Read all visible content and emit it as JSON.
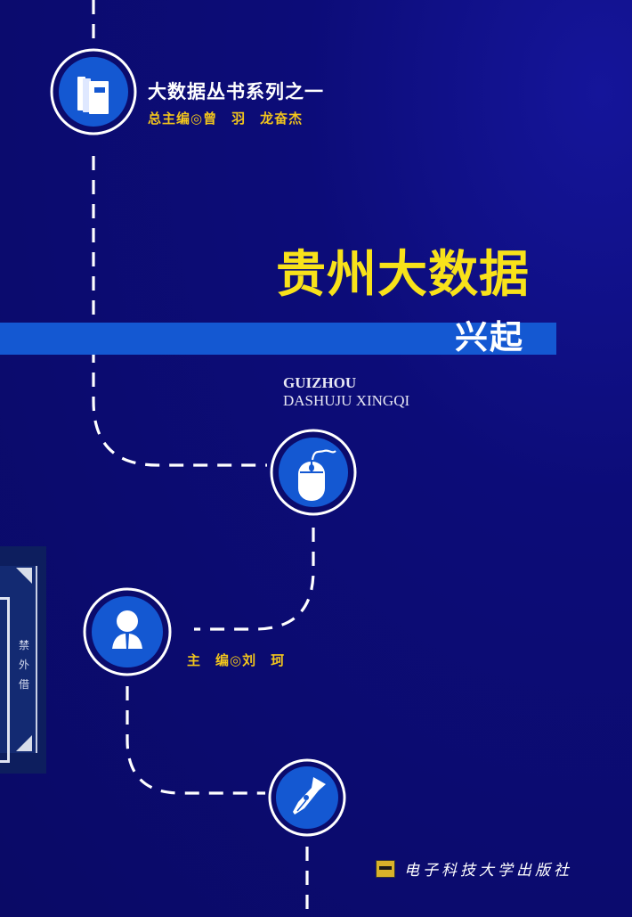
{
  "cover": {
    "background_color": "#0b0b6c",
    "accent_blue": "#1458d2",
    "title_yellow": "#f8e21a",
    "label_gold": "#f2c51c"
  },
  "series": {
    "title": "大数据丛书系列之一",
    "editors": "总主编◎曾　羽　龙奋杰",
    "icon": "books-icon"
  },
  "title": {
    "main": "贵州大数据",
    "sub": "兴起",
    "pinyin_line1": "GUIZHOU",
    "pinyin_line2": "DASHUJU XINGQI"
  },
  "editor": {
    "label": "主　编◎刘　珂",
    "icon": "person-icon"
  },
  "icons": {
    "mouse": "mouse-icon",
    "pen": "fountain-pen-icon"
  },
  "publisher": {
    "name": "电子科技大学出版社",
    "logo": "publisher-logo-icon"
  },
  "library_sticker": {
    "text": "禁外借"
  }
}
